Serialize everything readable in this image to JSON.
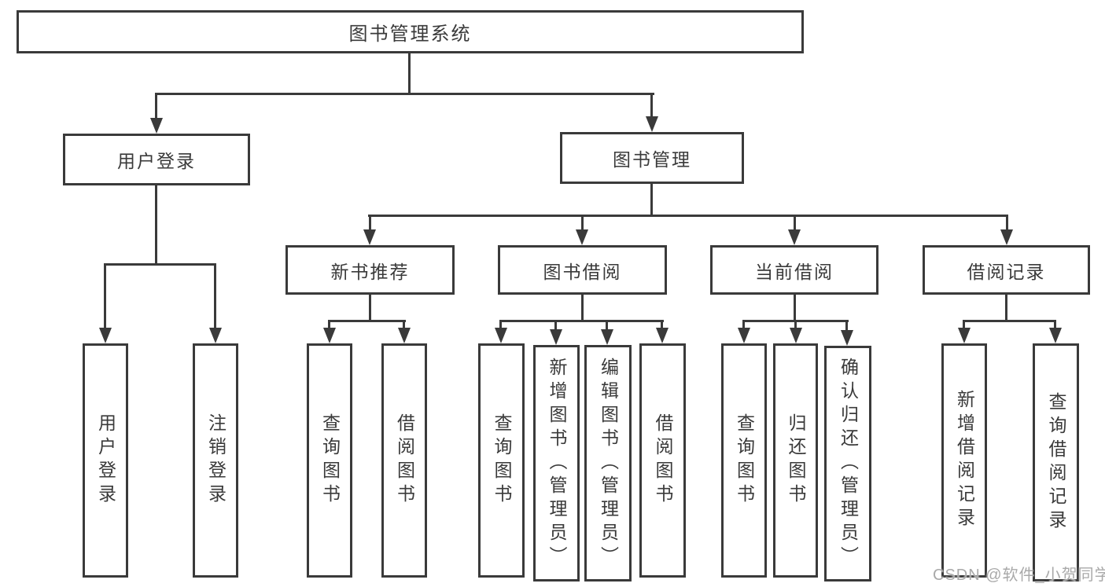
{
  "root": {
    "label": "图书管理系统"
  },
  "branches": {
    "user_login": {
      "label": "用户登录",
      "children": [
        "用户登录",
        "注销登录"
      ]
    },
    "book_mgmt": {
      "label": "图书管理"
    }
  },
  "modules": [
    {
      "label": "新书推荐",
      "children": [
        "查询图书",
        "借阅图书"
      ]
    },
    {
      "label": "图书借阅",
      "children": [
        "查询图书",
        "新增图书（管理员）",
        "编辑图书（管理员）",
        "借阅图书"
      ]
    },
    {
      "label": "当前借阅",
      "children": [
        "查询图书",
        "归还图书",
        "确认归还（管理员）"
      ]
    },
    {
      "label": "借阅记录",
      "children": [
        "新增借阅记录",
        "查询借阅记录"
      ]
    }
  ],
  "watermark": "CSDN @软件_小贺同学",
  "colors": {
    "line": "#3a3a3a",
    "text": "#3a3a3a",
    "watermark": "#a9a9a9",
    "background": "#ffffff"
  }
}
